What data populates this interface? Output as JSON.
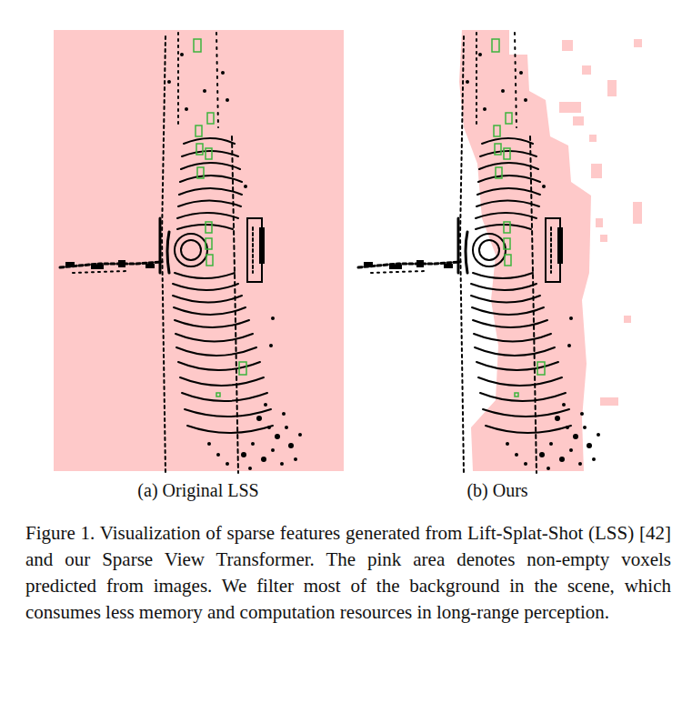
{
  "diagram": {
    "caption": "Figure 1. Visualization of sparse features generated from Lift-Splat-Shot (LSS) [42] and our Sparse View Transformer. The pink area denotes non-empty voxels predicted from images. We filter most of the background in the scene, which consumes less memory and computation resources in long-range perception.",
    "labels": [
      "(a) Original LSS",
      "(b) Ours"
    ]
  }
}
